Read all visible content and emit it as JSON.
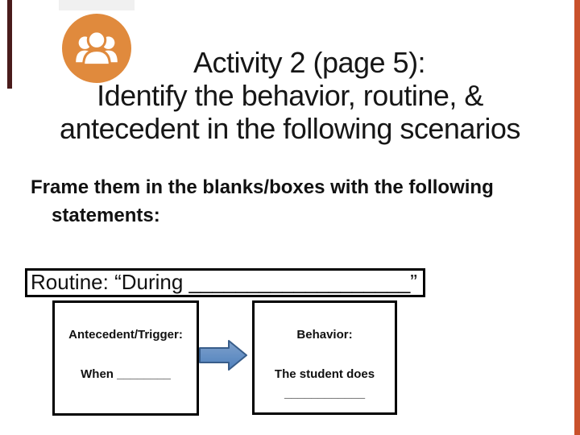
{
  "slide_title": {
    "line1": "Activity 2 (page 5):",
    "line2": "Identify the behavior, routine, &",
    "line3": "antecedent in the following scenarios"
  },
  "instructions": {
    "line1": "Frame them in the blanks/boxes with the following",
    "line2": "statements:"
  },
  "routine_box": {
    "text": "Routine: “During ___________________”"
  },
  "antecedent_box": {
    "heading": "Antecedent/Trigger:",
    "prompt": "When ________"
  },
  "behavior_box": {
    "heading": "Behavior:",
    "prompt": "The student does",
    "blank": "____________"
  },
  "icons": {
    "people": "people-group-icon",
    "arrow": "right-block-arrow"
  },
  "colors": {
    "icon_circle": "#e08a3d",
    "arrow_fill": "#4f81bd",
    "arrow_fill_light": "#7fa1cc",
    "arrow_border": "#385d8a",
    "box_border": "#000000",
    "left_edge_bar": "#4a1b1b",
    "right_edge_bar": "#c9512c",
    "title_text": "#161616"
  }
}
